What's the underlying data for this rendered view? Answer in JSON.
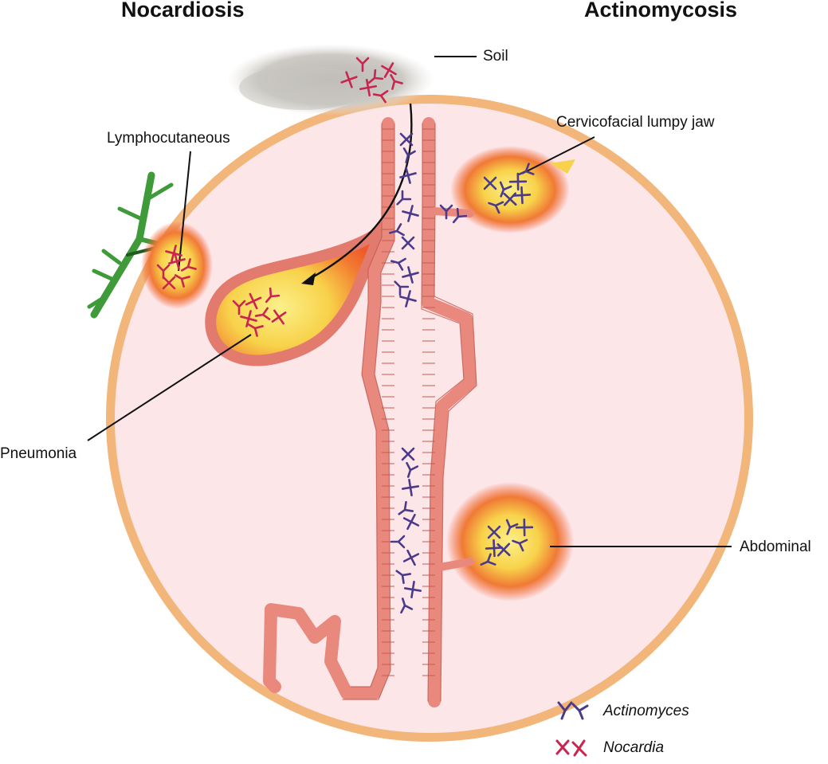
{
  "headings": {
    "left": "Nocardiosis",
    "right": "Actinomycosis"
  },
  "labels": {
    "soil": "Soil",
    "lymphocutaneous": "Lymphocutaneous",
    "pneumonia": "Pneumonia",
    "cervicofacial": "Cervicofacial lumpy jaw",
    "abdominal": "Abdominal"
  },
  "legend": {
    "actinomyces": "Actinomyces",
    "nocardia": "Nocardia"
  },
  "colors": {
    "actinomyces": "#4b3a8c",
    "nocardia": "#c8254f",
    "body_fill": "#fde6e8",
    "body_border": "#f2b57a",
    "epithelium": "#e9897d",
    "epithelium_stroke": "#c45a52",
    "infection_core": "#f7e36a",
    "infection_rim": "#ef5a2e",
    "plant": "#3f9a3a"
  },
  "icons": {
    "actinomyces": "branching-rod-icon",
    "nocardia": "branching-rod-icon"
  }
}
